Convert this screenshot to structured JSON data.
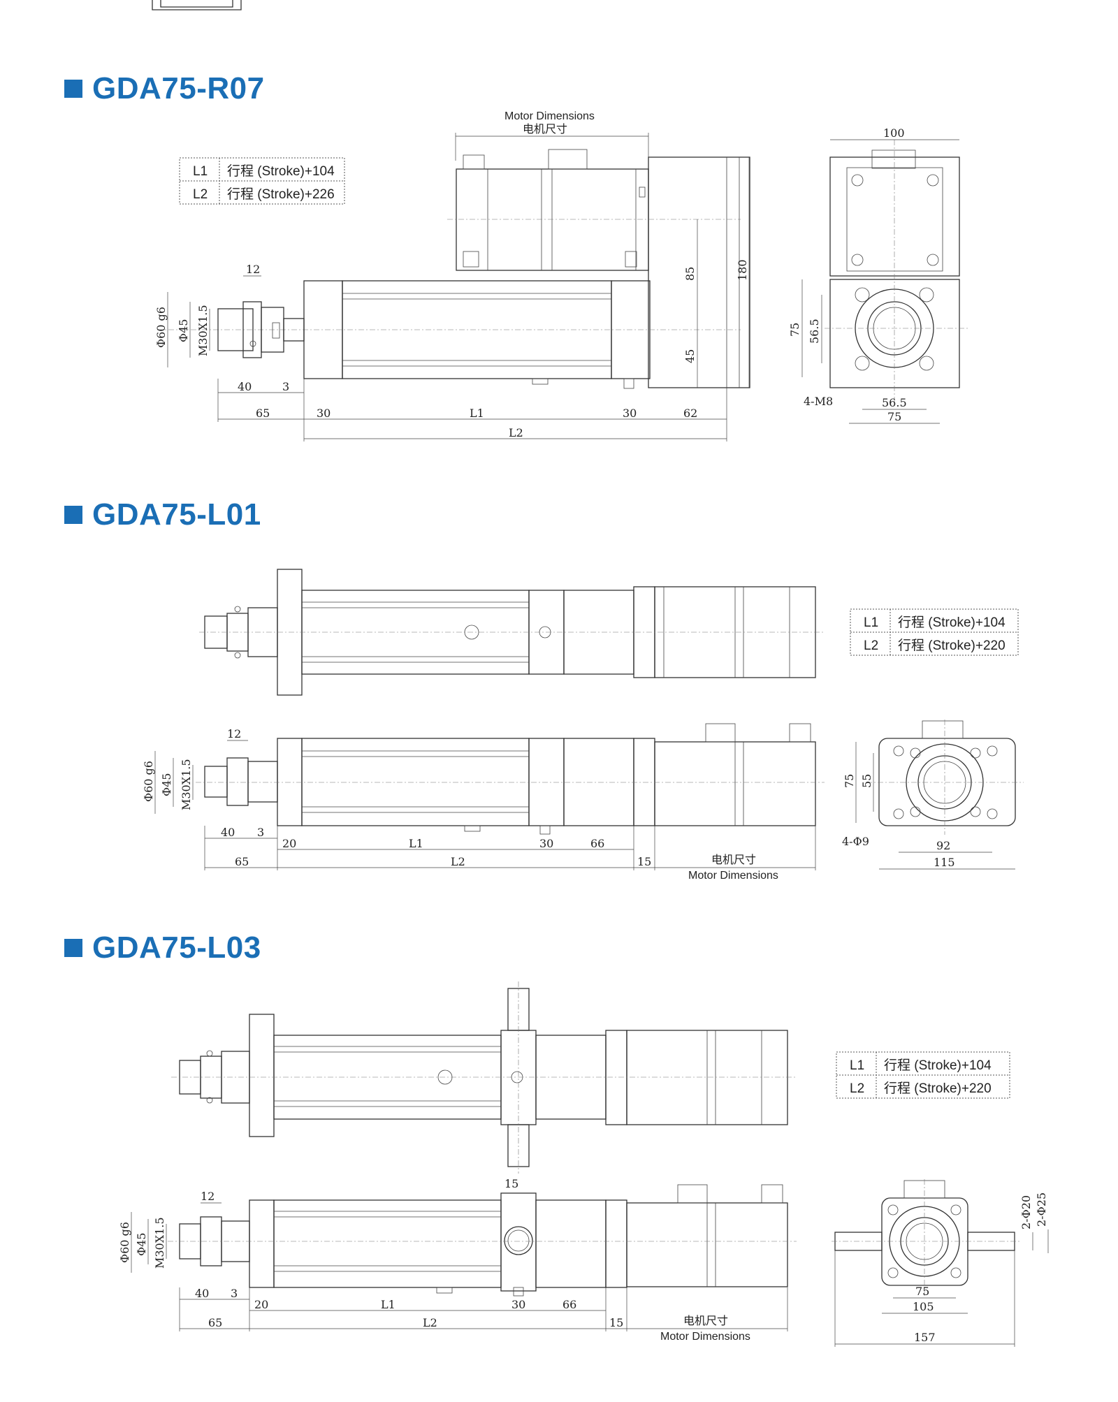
{
  "top_partial": {},
  "sections": [
    {
      "title": "GDA75-R07",
      "table": {
        "rows": [
          {
            "key": "L1",
            "value": "行程 (Stroke)+104"
          },
          {
            "key": "L2",
            "value": "行程 (Stroke)+226"
          }
        ]
      },
      "motor_label_en": "Motor Dimensions",
      "motor_label_cn": "电机尺寸",
      "dims": {
        "d12": "12",
        "phi60": "Φ60 g6",
        "phi45": "Φ45",
        "m30": "M30X1.5",
        "d40": "40",
        "d3": "3",
        "d65": "65",
        "d30a": "30",
        "L1": "L1",
        "d30b": "30",
        "d62": "62",
        "L2": "L2",
        "d85": "85",
        "d45": "45",
        "d180": "180",
        "d100": "100",
        "d75v": "75",
        "d56v": "56.5",
        "m8": "4-M8",
        "d56h": "56.5",
        "d75h": "75"
      }
    },
    {
      "title": "GDA75-L01",
      "table": {
        "rows": [
          {
            "key": "L1",
            "value": "行程 (Stroke)+104"
          },
          {
            "key": "L2",
            "value": "行程 (Stroke)+220"
          }
        ]
      },
      "motor_label_en": "Motor Dimensions",
      "motor_label_cn": "电机尺寸",
      "dims": {
        "d12": "12",
        "phi60": "Φ60 g6",
        "phi45": "Φ45",
        "m30": "M30X1.5",
        "d40": "40",
        "d3": "3",
        "d65": "65",
        "d20": "20",
        "L1": "L1",
        "d30": "30",
        "d66": "66",
        "L2": "L2",
        "d15": "15",
        "d75v": "75",
        "d55v": "55",
        "phi9": "4-Φ9",
        "d92": "92",
        "d115": "115"
      }
    },
    {
      "title": "GDA75-L03",
      "table": {
        "rows": [
          {
            "key": "L1",
            "value": "行程 (Stroke)+104"
          },
          {
            "key": "L2",
            "value": "行程 (Stroke)+220"
          }
        ]
      },
      "motor_label_en": "Motor Dimensions",
      "motor_label_cn": "电机尺寸",
      "dims": {
        "d12": "12",
        "d15t": "15",
        "phi60": "Φ60 g6",
        "phi45": "Φ45",
        "m30": "M30X1.5",
        "d40": "40",
        "d3": "3",
        "d65": "65",
        "d20": "20",
        "L1": "L1",
        "d30": "30",
        "d66": "66",
        "L2": "L2",
        "d15": "15",
        "phi20": "2-Φ20",
        "phi25": "2-Φ25",
        "d75": "75",
        "d105": "105",
        "d157": "157"
      }
    }
  ]
}
